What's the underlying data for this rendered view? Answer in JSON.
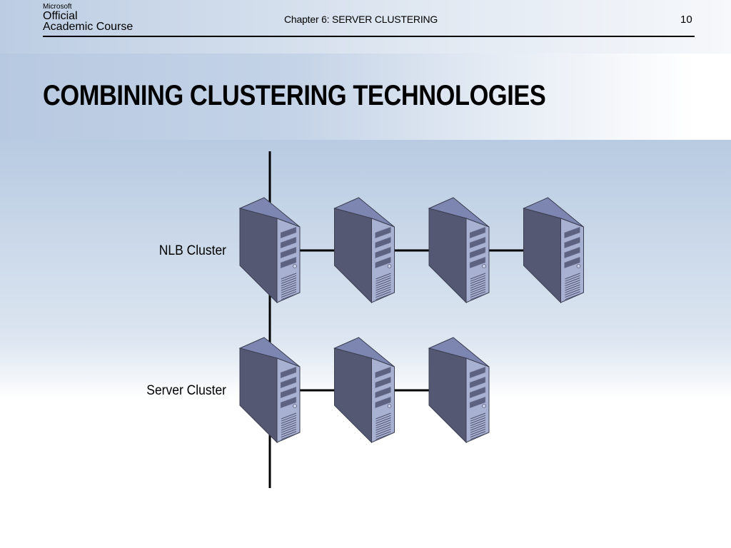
{
  "header": {
    "logo": {
      "brand": "Microsoft",
      "line1": "Official",
      "line2": "Academic Course"
    },
    "chapter": "Chapter 6: SERVER CLUSTERING",
    "page_number": "10"
  },
  "slide": {
    "title": "COMBINING CLUSTERING TECHNOLOGIES"
  },
  "diagram": {
    "clusters": [
      {
        "label": "NLB Cluster",
        "server_count": 4,
        "icon": "server-tower-icon"
      },
      {
        "label": "Server Cluster",
        "server_count": 3,
        "icon": "server-tower-icon"
      }
    ],
    "colors": {
      "server_top": "#7c86b0",
      "server_side": "#545873",
      "server_front": "#a9b1d3",
      "line": "#000000"
    }
  }
}
